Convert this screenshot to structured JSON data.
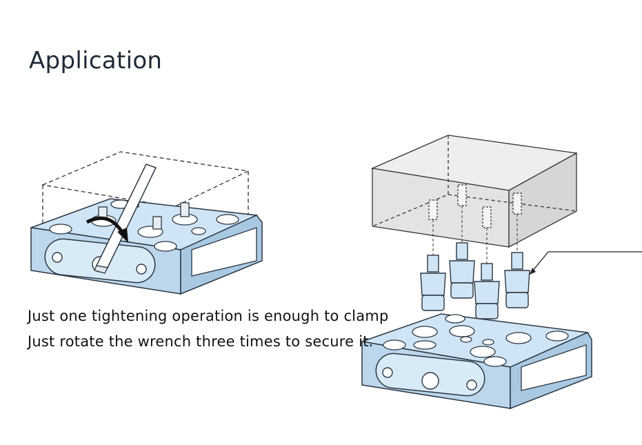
{
  "heading": "Application",
  "text": {
    "line1": "Just one tightening operation is enough to clamp",
    "line2": "Just rotate the wrench three times to secure it."
  },
  "colors": {
    "base_fill": "#cfe4f5",
    "base_stroke": "#2a3540",
    "workpiece_fill": "#e6e6e6",
    "outline": "#333333"
  }
}
